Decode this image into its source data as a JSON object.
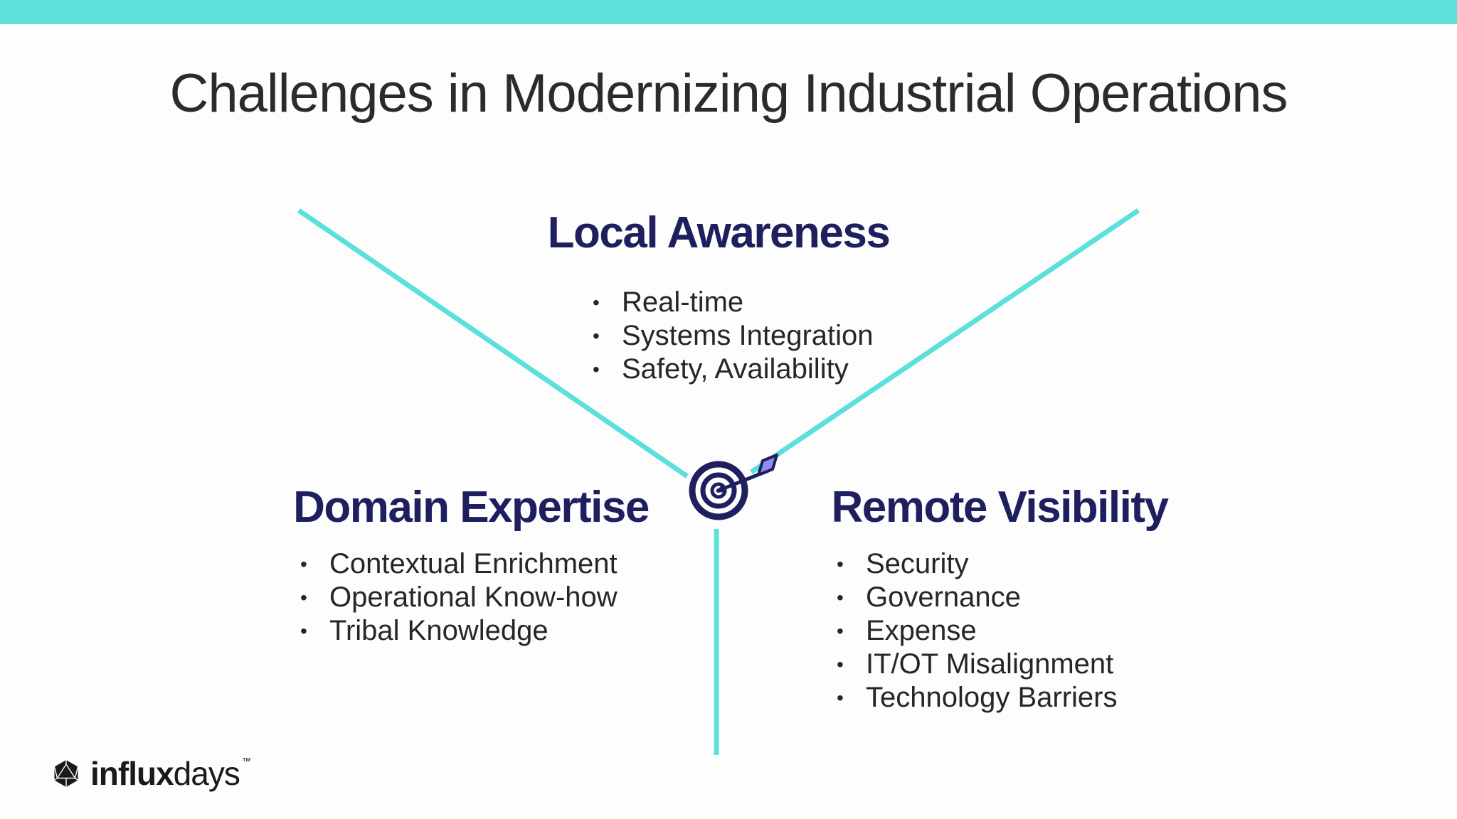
{
  "slide": {
    "title": "Challenges in Modernizing Industrial Operations",
    "colors": {
      "accent_teal": "#5CE0DB",
      "heading_navy": "#1D1F5F",
      "title_text": "#2b2b2b",
      "body_text": "#262626",
      "arrow_fletching": "#8F8CEF",
      "logo_black": "#1a1a1e"
    },
    "center_icon": "target-bullseye-arrow-icon",
    "sections": {
      "local_awareness": {
        "heading": "Local Awareness",
        "bullets": [
          "Real-time",
          "Systems Integration",
          "Safety, Availability"
        ]
      },
      "domain_expertise": {
        "heading": "Domain Expertise",
        "bullets": [
          "Contextual Enrichment",
          "Operational Know-how",
          "Tribal Knowledge"
        ]
      },
      "remote_visibility": {
        "heading": "Remote Visibility",
        "bullets": [
          "Security",
          "Governance",
          "Expense",
          "IT/OT Misalignment",
          "Technology Barriers"
        ]
      }
    },
    "footer": {
      "logo_text_bold": "influx",
      "logo_text_light": "days",
      "trademark": "™"
    }
  }
}
